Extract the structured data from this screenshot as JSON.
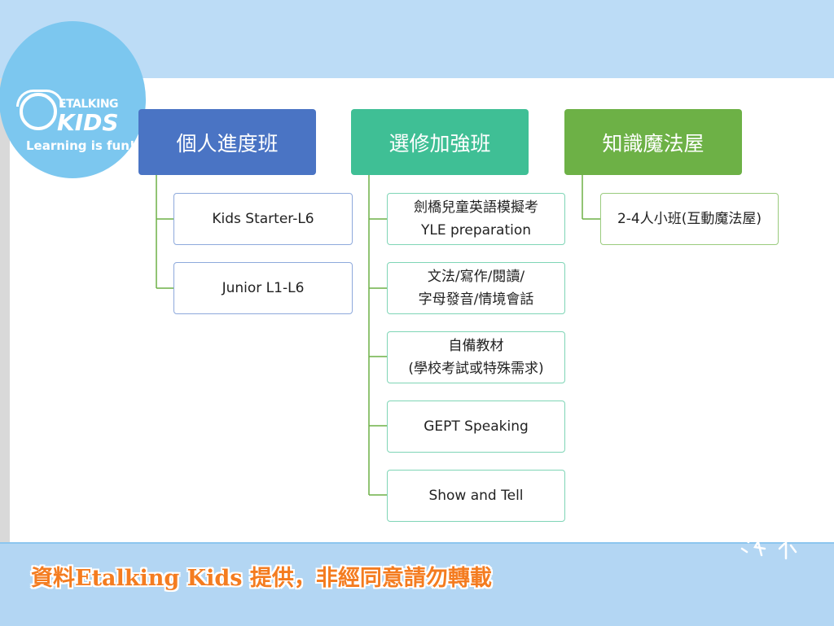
{
  "logo": {
    "brand_line1": "ETALKING",
    "brand_line2": "KIDS",
    "tagline": "Learning is fun!"
  },
  "columns": [
    {
      "title": "個人進度班",
      "items": [
        [
          "Kids Starter-L6"
        ],
        [
          "Junior L1-L6"
        ]
      ]
    },
    {
      "title": "選修加強班",
      "items": [
        [
          "劍橋兒童英語模擬考",
          "YLE preparation"
        ],
        [
          "文法/寫作/閱讀/",
          "字母發音/情境會話"
        ],
        [
          "自備教材",
          "(學校考試或特殊需求)"
        ],
        [
          "GEPT Speaking"
        ],
        [
          "Show and Tell"
        ]
      ]
    },
    {
      "title": "知識魔法屋",
      "items": [
        [
          "2-4人小班(互動魔法屋)"
        ]
      ]
    }
  ],
  "colors": {
    "blue": "#4a74c4",
    "teal": "#3fbf95",
    "green": "#6db146",
    "watermark": "#f47c20"
  },
  "watermark": "資料Etalking Kids 提供，非經同意請勿轉載",
  "signature": "小 洛 米"
}
